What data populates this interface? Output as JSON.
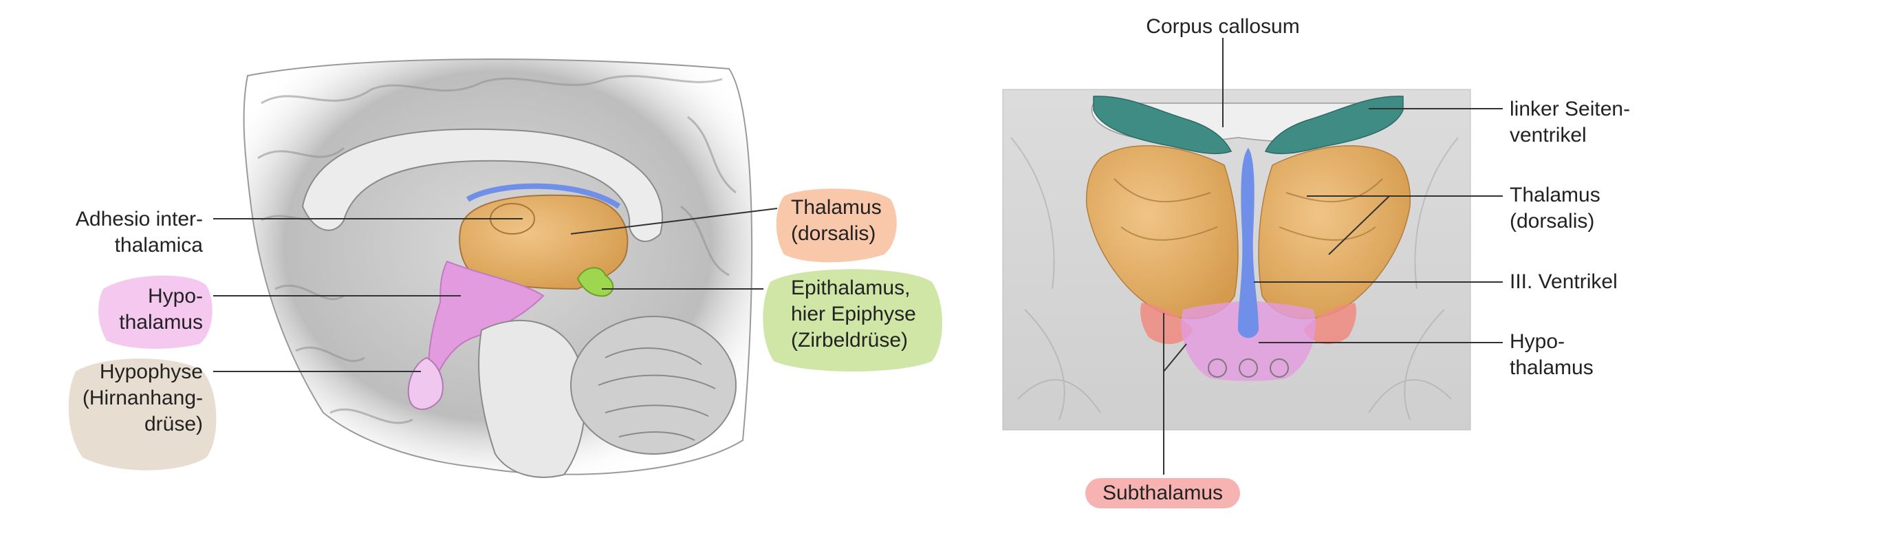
{
  "colors": {
    "thalamus": "#e6b06a",
    "hypothalamus": "#e39be0",
    "epithalamus": "#9fd64f",
    "ventricle": "#6f8fe8",
    "lateral_ventricle": "#3f8c84",
    "subthalamus": "#f08a80",
    "hypothalamus_bg": "#f5c8f0",
    "thalamus_bg": "#f9c7aa",
    "epithalamus_bg": "#cfe6a6",
    "hypophyse_bg": "#e7ddd0",
    "subthalamus_bg": "#f6b3b1",
    "leader": "#333333"
  },
  "left_labels": {
    "adhesio": [
      "Adhesio inter-",
      "thalamica"
    ],
    "hypothalamus": [
      "Hypo-",
      "thalamus"
    ],
    "hypophyse": [
      "Hypophyse",
      "(Hirnanhang-",
      "drüse)"
    ],
    "thalamus": [
      "Thalamus",
      "(dorsalis)"
    ],
    "epithalamus": [
      "Epithalamus,",
      "hier Epiphyse",
      "(Zirbeldrüse)"
    ]
  },
  "right_labels": {
    "corpus_callosum": "Corpus callosum",
    "lateral_ventricle": [
      "linker Seiten-",
      "ventrikel"
    ],
    "thalamus": [
      "Thalamus",
      "(dorsalis)"
    ],
    "third_ventricle": "III. Ventrikel",
    "hypothalamus": [
      "Hypo-",
      "thalamus"
    ],
    "subthalamus": "Subthalamus"
  }
}
